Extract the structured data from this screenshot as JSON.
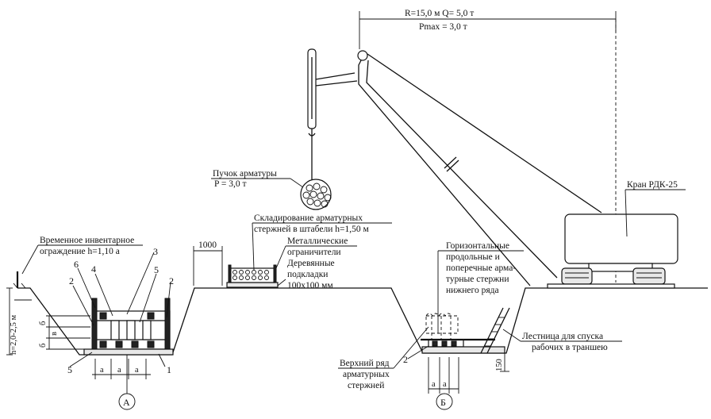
{
  "crane": {
    "radius_label": "R=15,0 м   Q= 5,0 т",
    "pmax_label": "Pmax = 3,0 т",
    "name": "Кран РДК-25"
  },
  "bundle": {
    "title": "Пучок арматуры",
    "weight": "P = 3,0 т"
  },
  "storage": {
    "line1": "Складирование арматурных",
    "line2": "стержней в штабели h=1,50 м",
    "width_dim": "1000",
    "limiters_1": "Металлические",
    "limiters_2": "ограничители",
    "pads_1": "Деревянные",
    "pads_2": "подкладки",
    "pads_3": "100х100 мм"
  },
  "fence": {
    "line1": "Временное инвентарное",
    "line2": "ограждение h=1,10 а"
  },
  "trench_a": {
    "depth": "h=2,0-2,5 м",
    "callouts": [
      "6",
      "4",
      "3",
      "5",
      "2",
      "2",
      "5",
      "1"
    ],
    "dim_b_upper": "б",
    "dim_b_lower": "б",
    "dim_v": "в",
    "dim_a": [
      "а",
      "а",
      "а"
    ],
    "section_mark": "А"
  },
  "trench_b": {
    "rebar_1": "Горизонтальные",
    "rebar_2": "продольные и",
    "rebar_3": "поперечные арма-",
    "rebar_4": "турные стержни",
    "rebar_5": "нижнего ряда",
    "ladder_1": "Лестница для спуска",
    "ladder_2": "рабочих в траншею",
    "ladder_dim": "150",
    "top_row_1": "Верхний ряд",
    "top_row_2": "арматурных",
    "top_row_3": "стержней",
    "callout": "2",
    "dim_a": [
      "а",
      "а"
    ],
    "section_mark": "Б"
  }
}
